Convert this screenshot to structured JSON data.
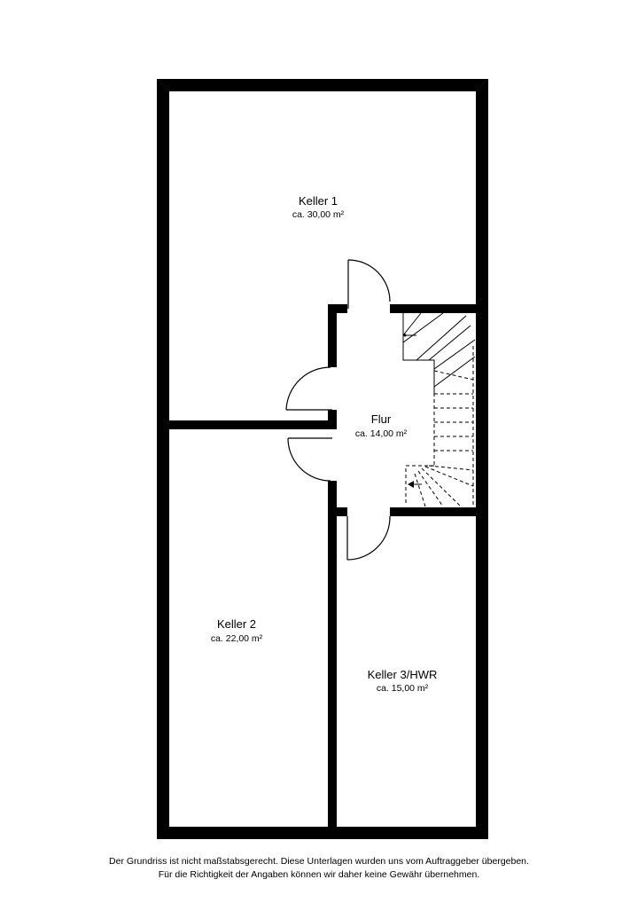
{
  "rooms": {
    "keller1": {
      "name": "Keller 1",
      "area": "ca. 30,00 m²"
    },
    "flur": {
      "name": "Flur",
      "area": "ca. 14,00 m²"
    },
    "keller2": {
      "name": "Keller 2",
      "area": "ca. 22,00 m²"
    },
    "keller3": {
      "name": "Keller 3/HWR",
      "area": "ca. 15,00 m²"
    }
  },
  "disclaimer": {
    "line1": "Der Grundriss ist nicht maßstabsgerecht. Diese Unterlagen wurden uns vom Auftraggeber übergeben.",
    "line2": "Für die Richtigkeit der Angaben können wir daher keine Gewähr übernehmen."
  },
  "colors": {
    "wall": "#000000",
    "background": "#ffffff"
  }
}
